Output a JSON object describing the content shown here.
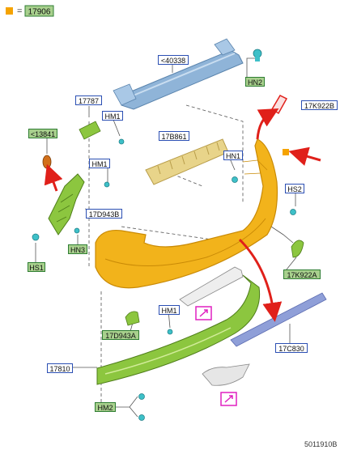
{
  "legend": {
    "marker_color": "#f5a300",
    "equals": "=",
    "code": "17906"
  },
  "labels": {
    "l40338": "<40338",
    "hn2": "HN2",
    "l17787": "17787",
    "hm1_top": "HM1",
    "l13841": "<13841",
    "l17b861": "17B861",
    "l17k922b": "17K922B",
    "hn1": "HN1",
    "hm1_left": "HM1",
    "hs2": "HS2",
    "l17d943b": "17D943B",
    "hs1": "HS1",
    "hn3": "HN3",
    "l17k922a": "17K922A",
    "hm1_mid": "HM1",
    "l17d943a": "17D943A",
    "l17c830": "17C830",
    "l17810": "17810",
    "hm2": "HM2"
  },
  "footer": {
    "code": "5011910B"
  },
  "colors": {
    "bumper": "#f2b31b",
    "bumper_dark": "#c98a06",
    "beam": "#8fb4d8",
    "green_part": "#8cc63f",
    "tan_part": "#e8d48a",
    "lilac_strip": "#8f9fd8",
    "arrow_red": "#e0201a",
    "label_green_fill": "#a8d08d",
    "label_green_border": "#2e7d32",
    "label_blue_border": "#2b4fb3",
    "link_icon": "#e020c0"
  }
}
